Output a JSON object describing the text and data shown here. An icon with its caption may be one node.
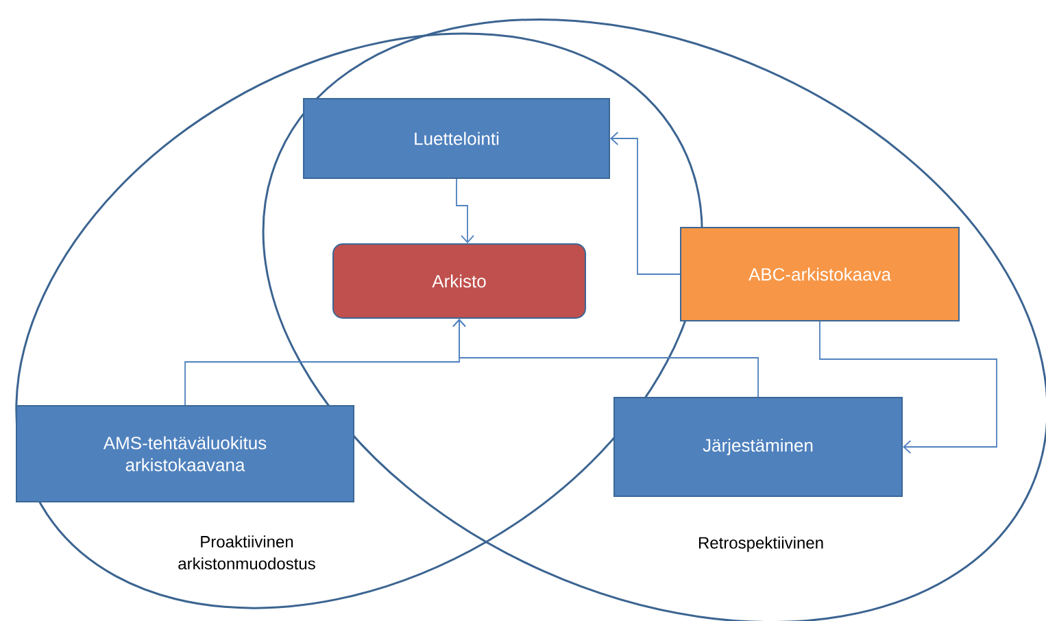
{
  "diagram": {
    "nodes": [
      {
        "text": [
          "Luettelointi"
        ]
      },
      {
        "text": [
          "Arkisto"
        ]
      },
      {
        "text": [
          "ABC-arkistokaava"
        ]
      },
      {
        "text": [
          "AMS-tehtäväluokitus arkistokaavana"
        ]
      },
      {
        "text": [
          "Järjestäminen"
        ]
      }
    ],
    "edges": [
      {
        "from": 0,
        "to": 1,
        "arrow": "to"
      },
      {
        "from": 2,
        "to": 0,
        "arrow": "to"
      },
      {
        "from": 3,
        "to": 1,
        "arrow": "to"
      },
      {
        "from": 4,
        "to": 1,
        "arrow": "to"
      },
      {
        "from": 2,
        "to": 4,
        "arrow": "to"
      }
    ],
    "labels": [
      "Proaktiivinen arkistonmuodostus",
      "Retrospektiivinen"
    ]
  }
}
